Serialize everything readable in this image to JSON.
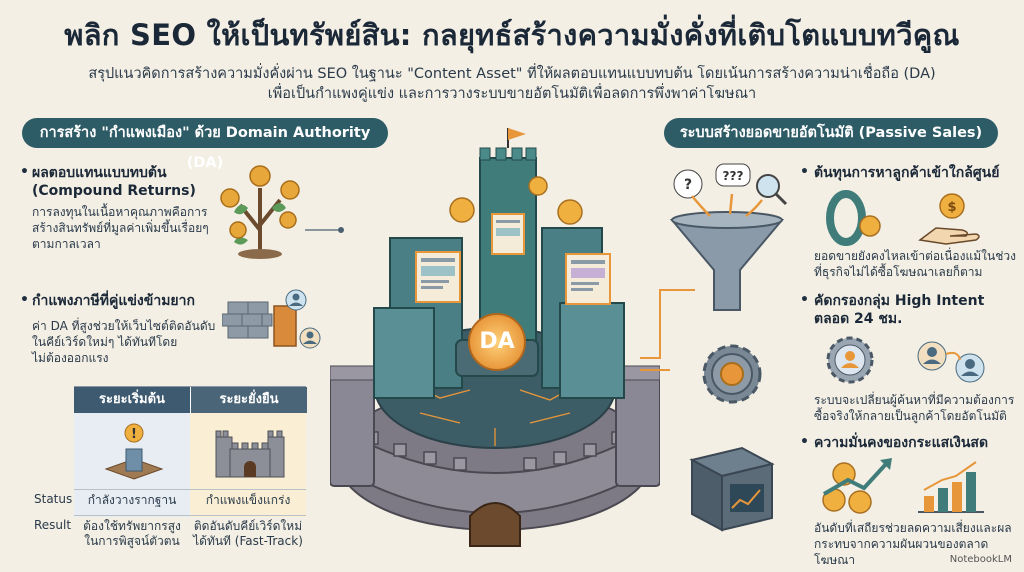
{
  "title": "พลิก SEO ให้เป็นทรัพย์สิน: กลยุทธ์สร้างความมั่งคั่งที่เติบโตแบบทวีคูณ",
  "subtitle_lines": [
    "สรุปแนวคิดการสร้างความมั่งคั่งผ่าน SEO ในฐานะ \"Content Asset\" ที่ให้ผลตอบแทนแบบทบต้น โดยเน้นการสร้างความน่าเชื่อถือ (DA)",
    "เพื่อเป็นกำแพงคู่แข่ง และการวางระบบขายอัตโนมัติเพื่อลดการพึ่งพาค่าโฆษณา"
  ],
  "left": {
    "heading": "การสร้าง \"กำแพงเมือง\" ด้วย Domain Authority (DA)",
    "items": [
      {
        "title_lines": [
          "ผลตอบแทนแบบทบต้น",
          "(Compound Returns)"
        ],
        "body_lines": [
          "การลงทุนในเนื้อหาคุณภาพคือการ",
          "สร้างสินทรัพย์ที่มูลค่าเพิ่มขึ้นเรื่อยๆ",
          "ตามกาลเวลา"
        ],
        "icon": "money-tree-icon"
      },
      {
        "title_lines": [
          "กำแพงภาษีที่คู่แข่งข้ามยาก"
        ],
        "body_lines": [
          "ค่า DA ที่สูงช่วยให้เว็บไซต์ติดอันดับ",
          "ในคีย์เวิร์ดใหม่ๆ ได้ทันทีโดย",
          "ไม่ต้องออกแรง"
        ],
        "icon": "brick-wall-icon"
      }
    ],
    "table": {
      "columns": [
        "ระยะเริ่มต้น",
        "ระยะยั่งยืน"
      ],
      "rows": [
        {
          "label": "Status",
          "values": [
            "กำลังวางรากฐาน",
            "กำแพงแข็งแกร่ง"
          ]
        },
        {
          "label": "Result",
          "values": [
            [
              "ต้องใช้ทรัพยากรสูง",
              "ในการพิสูจน์ตัวตน"
            ],
            [
              "ติดอันดับคีย์เวิร์ดใหม่",
              "ได้ทันที (Fast-Track)"
            ]
          ]
        }
      ],
      "colors": {
        "col1": "#3d5a70",
        "col2": "#3d5a70",
        "col1_bg": "#e8ecf3",
        "col2_bg": "#faefd4"
      }
    }
  },
  "center": {
    "badge": "DA"
  },
  "right": {
    "heading": "ระบบสร้างยอดขายอัตโนมัติ (Passive Sales)",
    "items": [
      {
        "title_lines": [
          "ต้นทุนการหาลูกค้าเข้าใกล้ศูนย์"
        ],
        "body_lines": [
          "ยอดขายยังคงไหลเข้าต่อเนื่องแม้ในช่วง",
          "ที่ธุรกิจไม่ได้ซื้อโฆษณาเลยก็ตาม"
        ],
        "icons": [
          "zero-coin-icon",
          "hand-coin-icon"
        ]
      },
      {
        "title_lines": [
          "คัดกรองกลุ่ม High Intent",
          "ตลอด 24 ชม."
        ],
        "body_lines": [
          "ระบบจะเปลี่ยนผู้ค้นหาที่มีความต้องการ",
          "ซื้อจริงให้กลายเป็นลูกค้าโดยอัตโนมัติ"
        ],
        "icons": [
          "gear-user-icon",
          "user-conversion-icon"
        ]
      },
      {
        "title_lines": [
          "ความมั่นคงของกระแสเงินสด"
        ],
        "body_lines": [
          "อันดับที่เสถียรช่วยลดความเสี่ยงและผล",
          "กระทบจากความผันผวนของตลาดโฆษณา"
        ],
        "icons": [
          "coin-arrow-icon",
          "bar-chart-icon"
        ]
      }
    ]
  },
  "footer": {
    "brand": "NotebookLM"
  },
  "colors": {
    "background": "#f3efe4",
    "accent": "#2d5b66",
    "orange": "#e8963a",
    "teal": "#3f7c7a"
  }
}
